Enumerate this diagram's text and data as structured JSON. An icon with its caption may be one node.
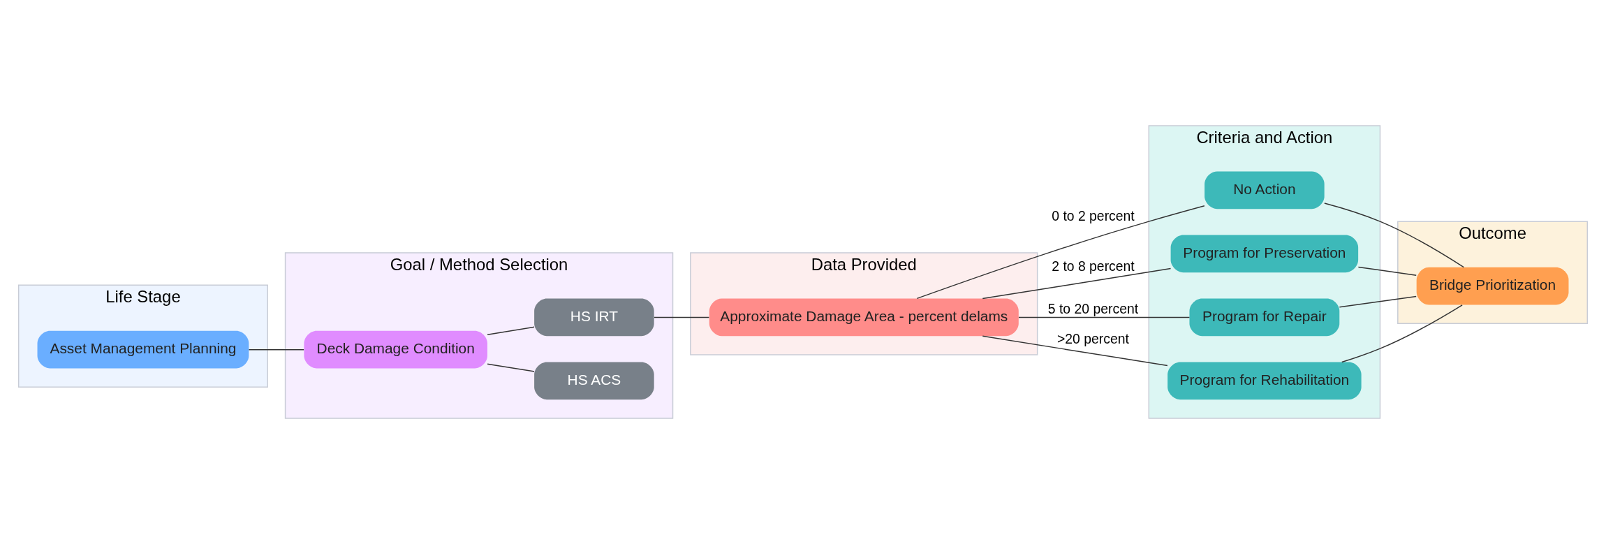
{
  "diagram": {
    "nodes": [
      {
        "text": [
          "Life Stage"
        ]
      },
      {
        "text": [
          "Asset Management Planning"
        ],
        "in": 0
      },
      {
        "text": [
          "Goal / Method Selection"
        ]
      },
      {
        "text": [
          "Deck Damage Condition"
        ],
        "in": 2
      },
      {
        "text": [
          "HS ACS"
        ],
        "in": 2
      },
      {
        "text": [
          "HS IRT"
        ],
        "in": 2
      },
      {
        "text": [
          "Data Provided"
        ]
      },
      {
        "text": [
          "Approximate Damage Area - percent delams"
        ],
        "in": 6
      },
      {
        "text": [
          "Criteria and Action"
        ]
      },
      {
        "text": [
          "No Action"
        ],
        "in": 8
      },
      {
        "text": [
          "Program for Preservation"
        ],
        "in": 8
      },
      {
        "text": [
          "Program for Repair"
        ],
        "in": 8
      },
      {
        "text": [
          "Program for Rehabilitation"
        ],
        "in": 8
      },
      {
        "text": [
          "Outcome"
        ]
      },
      {
        "text": [
          "Bridge Prioritization"
        ],
        "in": 13
      }
    ],
    "edges": [
      {
        "from": 1,
        "to": 3,
        "arrow": "none"
      },
      {
        "from": 3,
        "to": 4,
        "arrow": "none"
      },
      {
        "from": 3,
        "to": 5,
        "arrow": "none"
      },
      {
        "from": 5,
        "to": 7,
        "arrow": "none"
      },
      {
        "from": 7,
        "to": 9,
        "arrow": "none",
        "label": "0 to 2 percent"
      },
      {
        "from": 7,
        "to": 10,
        "arrow": "none",
        "label": "2 to 8 percent"
      },
      {
        "from": 7,
        "to": 11,
        "arrow": "none",
        "label": "5 to 20 percent"
      },
      {
        "from": 7,
        "to": 12,
        "arrow": "none",
        "label": ">20 percent"
      },
      {
        "from": 9,
        "to": 14,
        "arrow": "none"
      },
      {
        "from": 10,
        "to": 14,
        "arrow": "none"
      },
      {
        "from": 11,
        "to": 14,
        "arrow": "none"
      },
      {
        "from": 12,
        "to": 14,
        "arrow": "none"
      }
    ]
  }
}
